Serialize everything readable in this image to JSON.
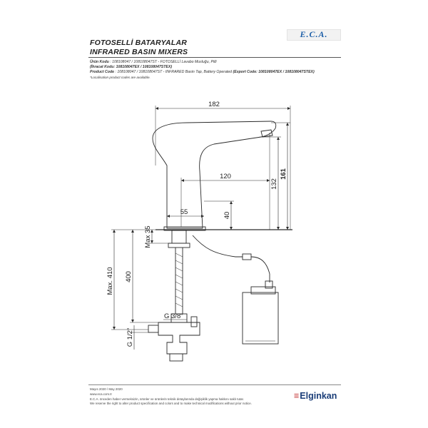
{
  "header": {
    "title_tr": "FOTOSELLİ BATARYALAR",
    "title_en": "INFRARED BASIN MIXERS",
    "logo": "E.C.A."
  },
  "product": {
    "code_label_tr": "Ürün Kodu",
    "code_line_tr": ": 108108047 / 108108047ST - FOTOSELLİ Lavabo Musluğu, Pilli",
    "export_label_tr": "(İhracat Kodu: 108108047EX / 108108047STEX)",
    "code_label_en": "Product Code",
    "code_line_en": ": 108108047 / 108108047ST - INFRARED Basin Tap, Battery Operated",
    "export_label_en": "(Export Code: 108108047EX / 108108047STEX)",
    "note": "*Localisation product codes are available."
  },
  "dimensions": {
    "d182": "182",
    "d120": "120",
    "d55": "55",
    "d132": "132",
    "d161": "161",
    "d40": "40",
    "max35": "Max 35",
    "max410": "Max. 410",
    "d400": "400",
    "g38": "G 3/8\"",
    "g12": "G 1/2\""
  },
  "footer": {
    "date": "Mayıs 2020 / May 2020",
    "website": "www.eca.com.tr",
    "note_tr": "E.C.A. önceden haber vermeksizin, ürünler ve ürünlerin teknik detaylarında değişiklik yapma hakkını saklı tutar.",
    "note_en": "We reserve the right to alter product specification and colors and to make technical modifications without prior notice.",
    "brand": "Elginkan",
    "brand_mark": "≡"
  },
  "colors": {
    "line": "#2a2a2a",
    "brand_blue": "#1a3d78",
    "logo_blue": "#1d5fa8"
  }
}
